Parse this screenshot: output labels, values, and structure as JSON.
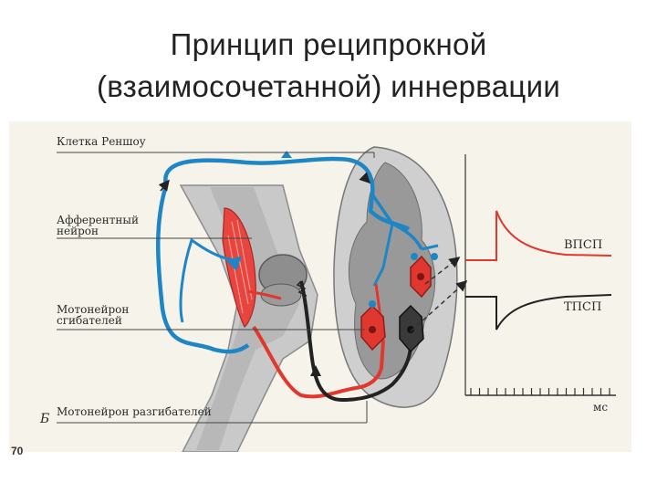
{
  "title": {
    "line1": "Принцип реципрокной",
    "line2": "(взаимосочетанной) иннервации"
  },
  "labels": {
    "renshaw": "Клетка Реншоу",
    "afferent_l1": "Афферентный",
    "afferent_l2": "нейрон",
    "flexor_l1": "Мотонейрон",
    "flexor_l2": "сгибателей",
    "extensor": "Мотонейрон разгибателей",
    "panel_letter": "Б"
  },
  "traces": {
    "epsp": "ВПСП",
    "ipsp": "ТПСП",
    "time_unit": "мс"
  },
  "page_number": "70",
  "colors": {
    "afferent": "#1f86c6",
    "motoneuron": "#e0372e",
    "inhibitory": "#222222",
    "muscle": "#e8453f",
    "spinal_cord": "#a7a7a7"
  }
}
